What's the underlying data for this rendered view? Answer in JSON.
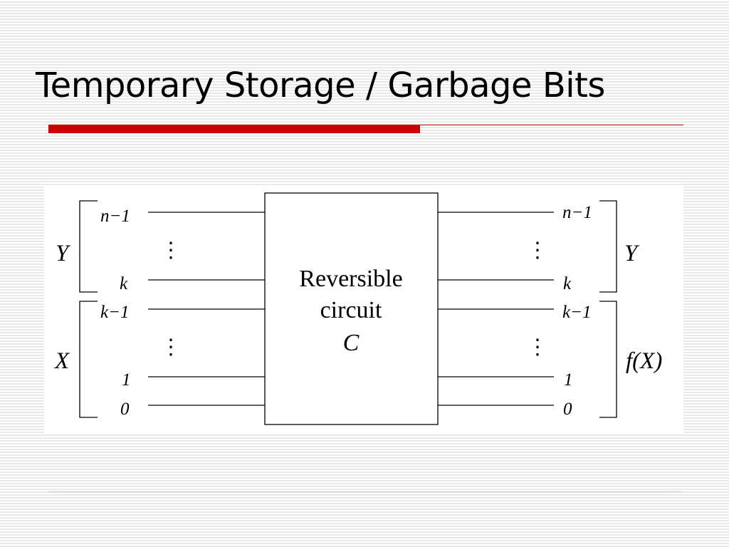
{
  "slide": {
    "title": "Temporary Storage / Garbage Bits"
  },
  "diagram": {
    "box": {
      "line1": "Reversible",
      "line2": "circuit",
      "line3": "C"
    },
    "left": {
      "group_y_label": "Y",
      "group_x_label": "X",
      "wires": [
        "n−1",
        "k",
        "k−1",
        "1",
        "0"
      ],
      "ellipsis": "⋮"
    },
    "right": {
      "group_y_label": "Y",
      "group_fx_label": "f(X)",
      "wires": [
        "n−1",
        "k",
        "k−1",
        "1",
        "0"
      ],
      "ellipsis": "⋮"
    }
  }
}
